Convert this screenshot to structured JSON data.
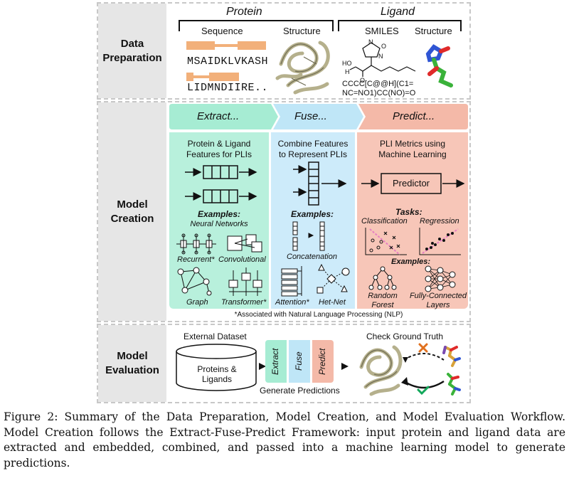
{
  "rows": {
    "data_preparation": "Data\nPreparation",
    "model_creation": "Model\nCreation",
    "model_evaluation": "Model\nEvaluation"
  },
  "protein": {
    "title": "Protein",
    "sequence_label": "Sequence",
    "structure_label": "Structure",
    "sequence_line1": "MSAIDKLVKASH",
    "sequence_line2": "LIDMNDIIRE..",
    "feature_color": "#f2b07a"
  },
  "ligand": {
    "title": "Ligand",
    "smiles_label": "SMILES",
    "structure_label": "Structure",
    "smiles_line1": "CCCC[C@@H](C1=",
    "smiles_line2": "NC=NO1)CC(NO)=O",
    "atoms": {
      "n1": "N",
      "n2": "N",
      "o1": "O",
      "o2": "O",
      "ho": "HO",
      "h": "H"
    }
  },
  "stages": {
    "extract": {
      "header": "Extract...",
      "title": "Protein & Ligand\nFeatures for PLIs",
      "examples_title": "Examples:",
      "examples_sub": "Neural Networks",
      "recurrent": "Recurrent*",
      "convolutional": "Convolutional",
      "graph": "Graph",
      "transformer": "Transformer*",
      "color": "#a6ecd3",
      "color_light": "#b8f0dc"
    },
    "fuse": {
      "header": "Fuse...",
      "title": "Combine Features\nto Represent PLIs",
      "examples_title": "Examples:",
      "concatenation": "Concatenation",
      "attention": "Attention*",
      "hetnet": "Het-Net",
      "color": "#bfe6f7",
      "color_light": "#cdebfa"
    },
    "predict": {
      "header": "Predict...",
      "title": "PLI Metrics using\nMachine Learning",
      "predictor": "Predictor",
      "tasks": "Tasks:",
      "classification": "Classification",
      "regression": "Regression",
      "examples_title": "Examples:",
      "random_forest": "Random\nForest",
      "fully_connected": "Fully-Connected\nLayers",
      "color": "#f4b9a8",
      "color_light": "#f7c6b8"
    }
  },
  "footnote": "*Associated with Natural Language Processing (NLP)",
  "evaluation": {
    "external_dataset": "External Dataset",
    "cylinder_label": "Proteins &\nLigands",
    "extract": "Extract",
    "fuse": "Fuse",
    "predict": "Predict",
    "generate_predictions": "Generate Predictions",
    "check_ground_truth": "Check Ground Truth",
    "cross_color": "#e0701e",
    "check_color": "#12a85b"
  },
  "caption": "Figure 2: Summary of the Data Preparation, Model Creation, and Model Evaluation Workflow. Model Creation follows the Extract-Fuse-Predict Framework: input protein and ligand data are extracted and embedded, combined, and passed into a machine learning model to generate predictions."
}
